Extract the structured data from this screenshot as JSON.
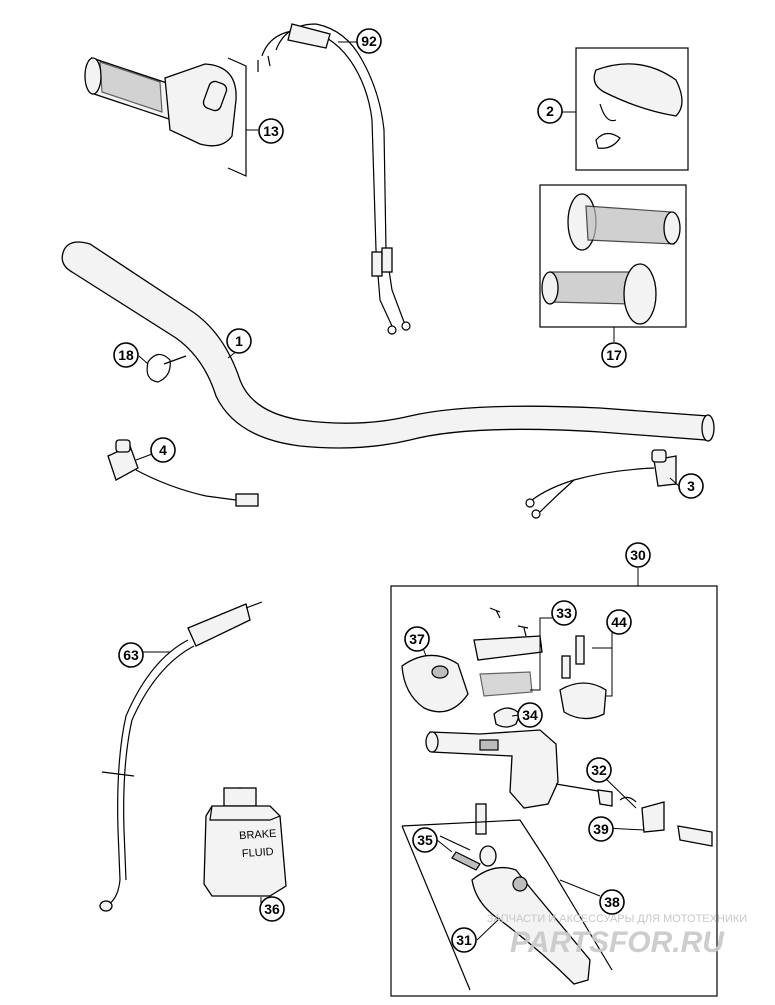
{
  "callouts": {
    "c1": "1",
    "c2": "2",
    "c3": "3",
    "c4": "4",
    "c13": "13",
    "c17": "17",
    "c18": "18",
    "c30": "30",
    "c31": "31",
    "c32": "32",
    "c33": "33",
    "c34": "34",
    "c35": "35",
    "c36": "36",
    "c37": "37",
    "c38": "38",
    "c39": "39",
    "c44": "44",
    "c63": "63",
    "c92": "92"
  },
  "bottle": {
    "line1": "BRAKE",
    "line2": "FLUID"
  },
  "watermark": {
    "caption": "ЗАПЧАСТИ И АКСЕССУАРЫ ДЛЯ МОТОТЕХНИКИ",
    "logo": "PARTSFOR.RU"
  }
}
